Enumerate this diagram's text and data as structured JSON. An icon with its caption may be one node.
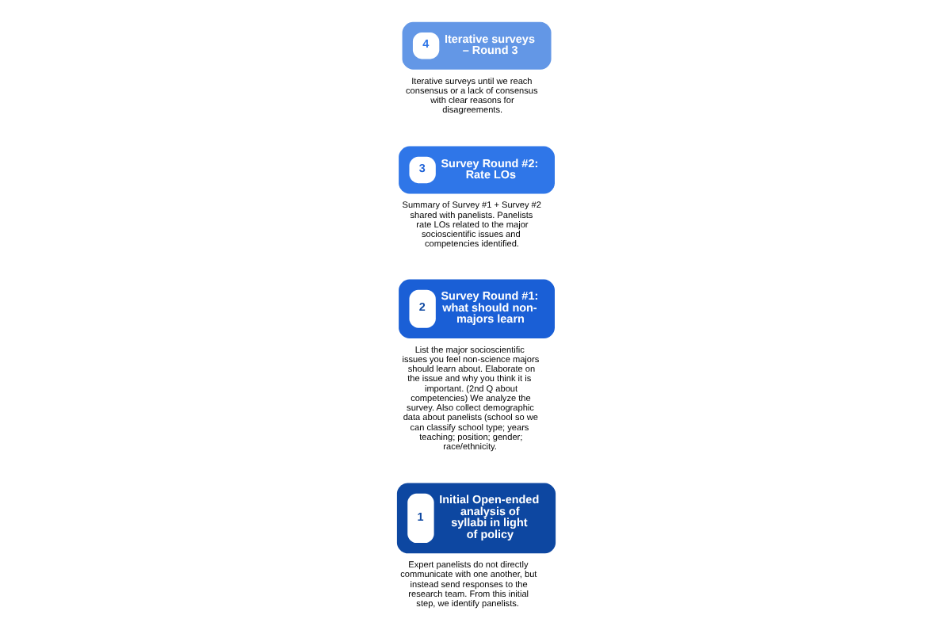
{
  "diagram": {
    "nodes": [
      {
        "text": [
          "1",
          "Initial Open-ended analysis of syllabi in light of policy"
        ],
        "beside": [
          "Expert panelists do not directly communicate with one another, but instead send responses to the research team. From this initial step, we identify panelists."
        ]
      },
      {
        "text": [
          "2",
          "Survey Round #1: what should non-majors learn"
        ],
        "beside": [
          "List the major socioscientific issues you feel non-science majors should learn about. Elaborate on the issue and why you think it is important. (2nd Q about competencies) We analyze the survey. Also collect demographic data about panelists (school so we can classify school type; years teaching; position; gender; race/ethnicity."
        ]
      },
      {
        "text": [
          "3",
          "Survey Round #2: Rate LOs"
        ],
        "beside": [
          "Summary of Survey #1 + Survey #2 shared with panelists. Panelists rate LOs related to the major socioscientific issues and competencies identified."
        ]
      },
      {
        "text": [
          "4",
          "Iterative surveys – Round 3"
        ],
        "beside": [
          "Iterative surveys until we reach consensus or a lack of consensus with clear reasons for disagreements."
        ]
      }
    ],
    "edges": []
  }
}
